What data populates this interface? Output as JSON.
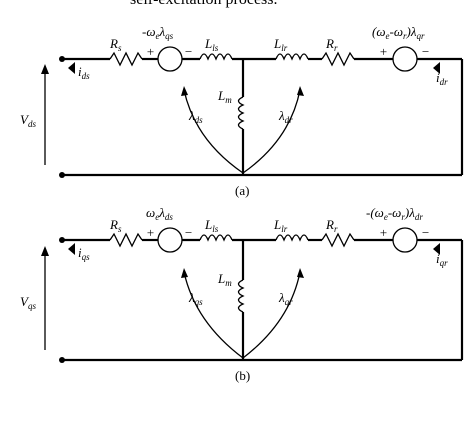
{
  "header_text": "self-excitation process.",
  "circuits": [
    {
      "caption": "(a)",
      "source1_label": "-ω",
      "source1_label_b": "e",
      "source1_label_c": "λ",
      "source1_label_d": "qs",
      "source2_label": "(ω",
      "source2_label_b": "e",
      "source2_label_c": "-ω",
      "source2_label_d": "r",
      "source2_label_e": ")λ",
      "source2_label_f": "qr",
      "Rs": "R",
      "Rs_sub": "s",
      "Lls": "L",
      "Lls_sub": "ls",
      "Llr": "L",
      "Llr_sub": "lr",
      "Rr": "R",
      "Rr_sub": "r",
      "Lm": "L",
      "Lm_sub": "m",
      "flux_s": "λ",
      "flux_s_sub": "ds",
      "flux_r": "λ",
      "flux_r_sub": "dr",
      "cur_s": "i",
      "cur_s_sub": "ds",
      "cur_r": "i",
      "cur_r_sub": "dr",
      "volt": "V",
      "volt_sub": "ds"
    },
    {
      "caption": "(b)",
      "source1_label": "ω",
      "source1_label_b": "e",
      "source1_label_c": "λ",
      "source1_label_d": "ds",
      "source2_label": "-(ω",
      "source2_label_b": "e",
      "source2_label_c": "-ω",
      "source2_label_d": "r",
      "source2_label_e": ")λ",
      "source2_label_f": "dr",
      "Rs": "R",
      "Rs_sub": "s",
      "Lls": "L",
      "Lls_sub": "ls",
      "Llr": "L",
      "Llr_sub": "lr",
      "Rr": "R",
      "Rr_sub": "r",
      "Lm": "L",
      "Lm_sub": "m",
      "flux_s": "λ",
      "flux_s_sub": "qs",
      "flux_r": "λ",
      "flux_r_sub": "qr",
      "cur_s": "i",
      "cur_s_sub": "qs",
      "cur_r": "i",
      "cur_r_sub": "qr",
      "volt": "V",
      "volt_sub": "qs"
    }
  ],
  "signs": {
    "plus": "+",
    "minus": "−"
  }
}
